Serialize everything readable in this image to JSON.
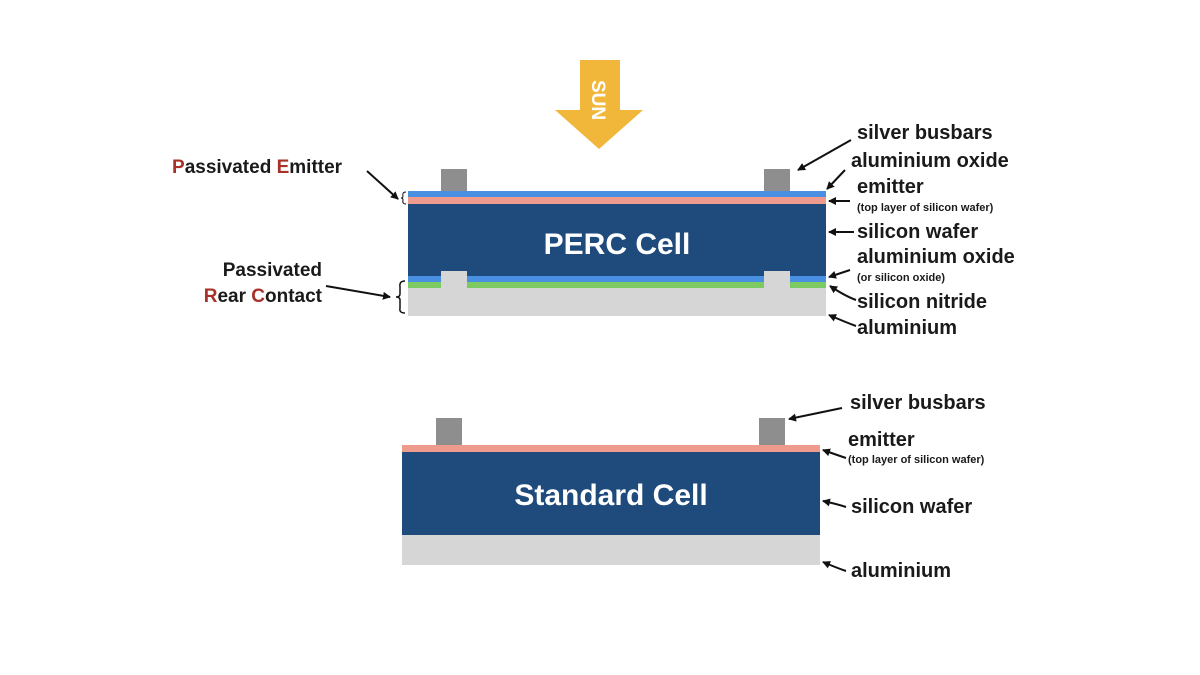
{
  "sun": {
    "label": "SUN",
    "color": "#f0b73b"
  },
  "colors": {
    "silver_busbar": "#8e8e8e",
    "aluminium_oxide": "#4a90e2",
    "emitter": "#ee9a8c",
    "silicon_wafer": "#1f4a7c",
    "silicon_nitride": "#7dc962",
    "aluminium": "#d6d6d6",
    "accent_red": "#a8322a"
  },
  "perc": {
    "title": "PERC Cell",
    "left_labels": {
      "passivated_emitter": {
        "first_letter": "P",
        "part1": "assivated ",
        "second_letter": "E",
        "part2": "mitter"
      },
      "passivated_rear_contact": {
        "line1": "Passivated",
        "first_letter": "R",
        "part1": "ear ",
        "second_letter": "C",
        "part2": "ontact"
      }
    },
    "right_labels": {
      "silver_busbars": "silver busbars",
      "aluminium_oxide_top": "aluminium oxide",
      "emitter": "emitter",
      "emitter_note": "(top layer of silicon wafer)",
      "silicon_wafer": "silicon wafer",
      "aluminium_oxide_rear": "aluminium oxide",
      "aluminium_oxide_rear_note": "(or silicon oxide)",
      "silicon_nitride": "silicon nitride",
      "aluminium": "aluminium"
    }
  },
  "standard": {
    "title": "Standard Cell",
    "right_labels": {
      "silver_busbars": "silver busbars",
      "emitter": "emitter",
      "emitter_note": "(top layer of silicon wafer)",
      "silicon_wafer": "silicon wafer",
      "aluminium": "aluminium"
    }
  }
}
